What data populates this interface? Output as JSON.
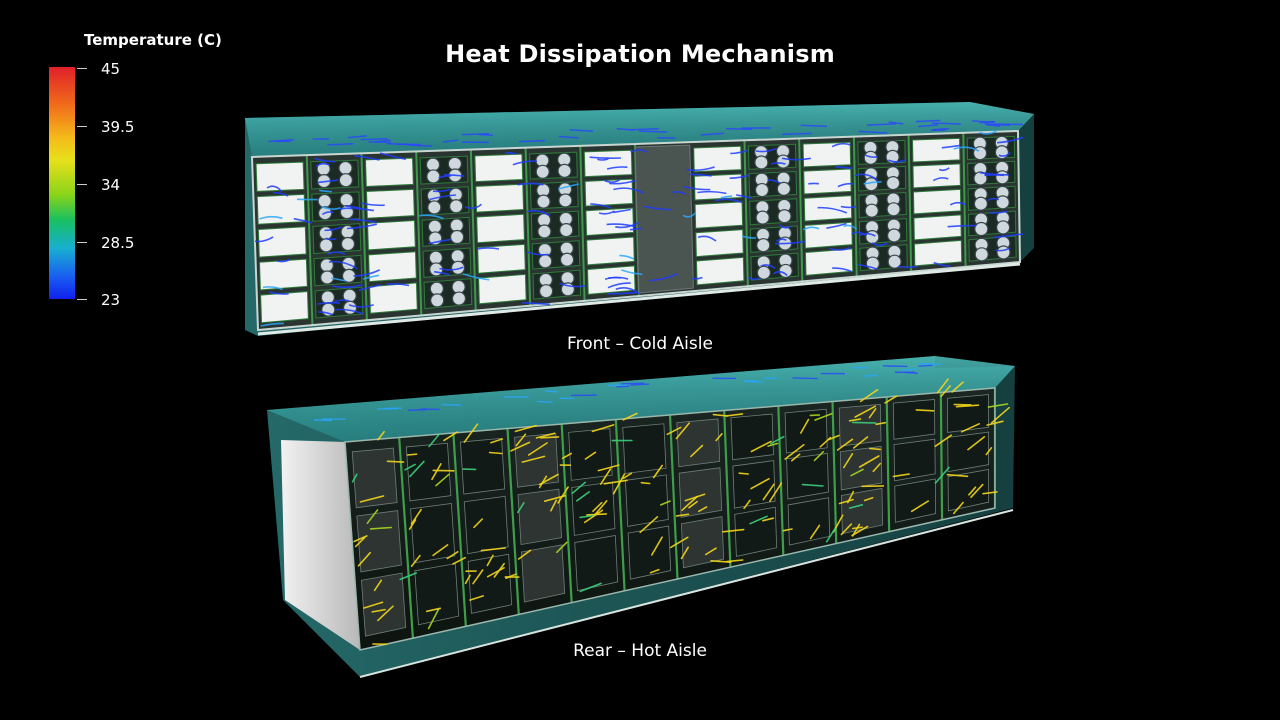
{
  "title": "Heat Dissipation Mechanism",
  "legend": {
    "title": "Temperature  (C)",
    "ticks": [
      "45",
      "39.5",
      "34",
      "28.5",
      "23"
    ]
  },
  "front": {
    "caption": "Front – Cold Aisle"
  },
  "rear": {
    "caption": "Rear – Hot Aisle"
  }
}
